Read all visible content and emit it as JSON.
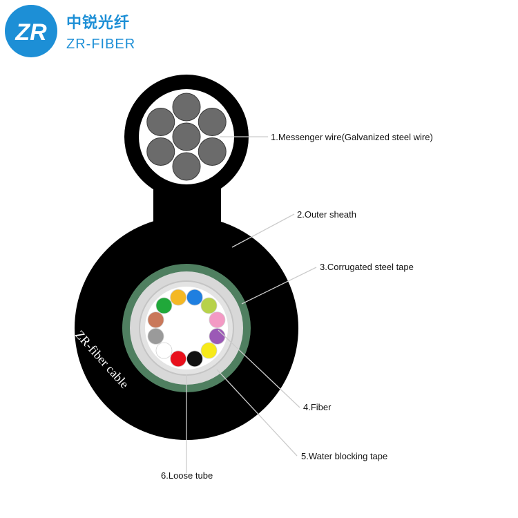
{
  "logo": {
    "mark": "ZR",
    "name_cn": "中锐光纤",
    "name_en": "ZR-FIBER",
    "color": "#1d8fd6"
  },
  "cable": {
    "brand_text": "ZR-fiber cable",
    "fiber_colors": [
      "#1f7fe0",
      "#b7d24a",
      "#f39ac4",
      "#9b59b6",
      "#f7ea1a",
      "#111111",
      "#e8101c",
      "#ffffff",
      "#9a9a9a",
      "#c9785a",
      "#20a83a",
      "#f4b824"
    ],
    "steel_tape_color": "#4f7f60",
    "water_tape_color": "#d8d8d8",
    "sheath_color": "#000000",
    "messenger_wire_color": "#6b6b6b"
  },
  "callouts": [
    {
      "label": "1.Messenger wire(Galvanized steel wire)"
    },
    {
      "label": "2.Outer sheath"
    },
    {
      "label": "3.Corrugated steel tape"
    },
    {
      "label": "4.Fiber"
    },
    {
      "label": "5.Water blocking tape"
    },
    {
      "label": "6.Loose tube"
    }
  ]
}
